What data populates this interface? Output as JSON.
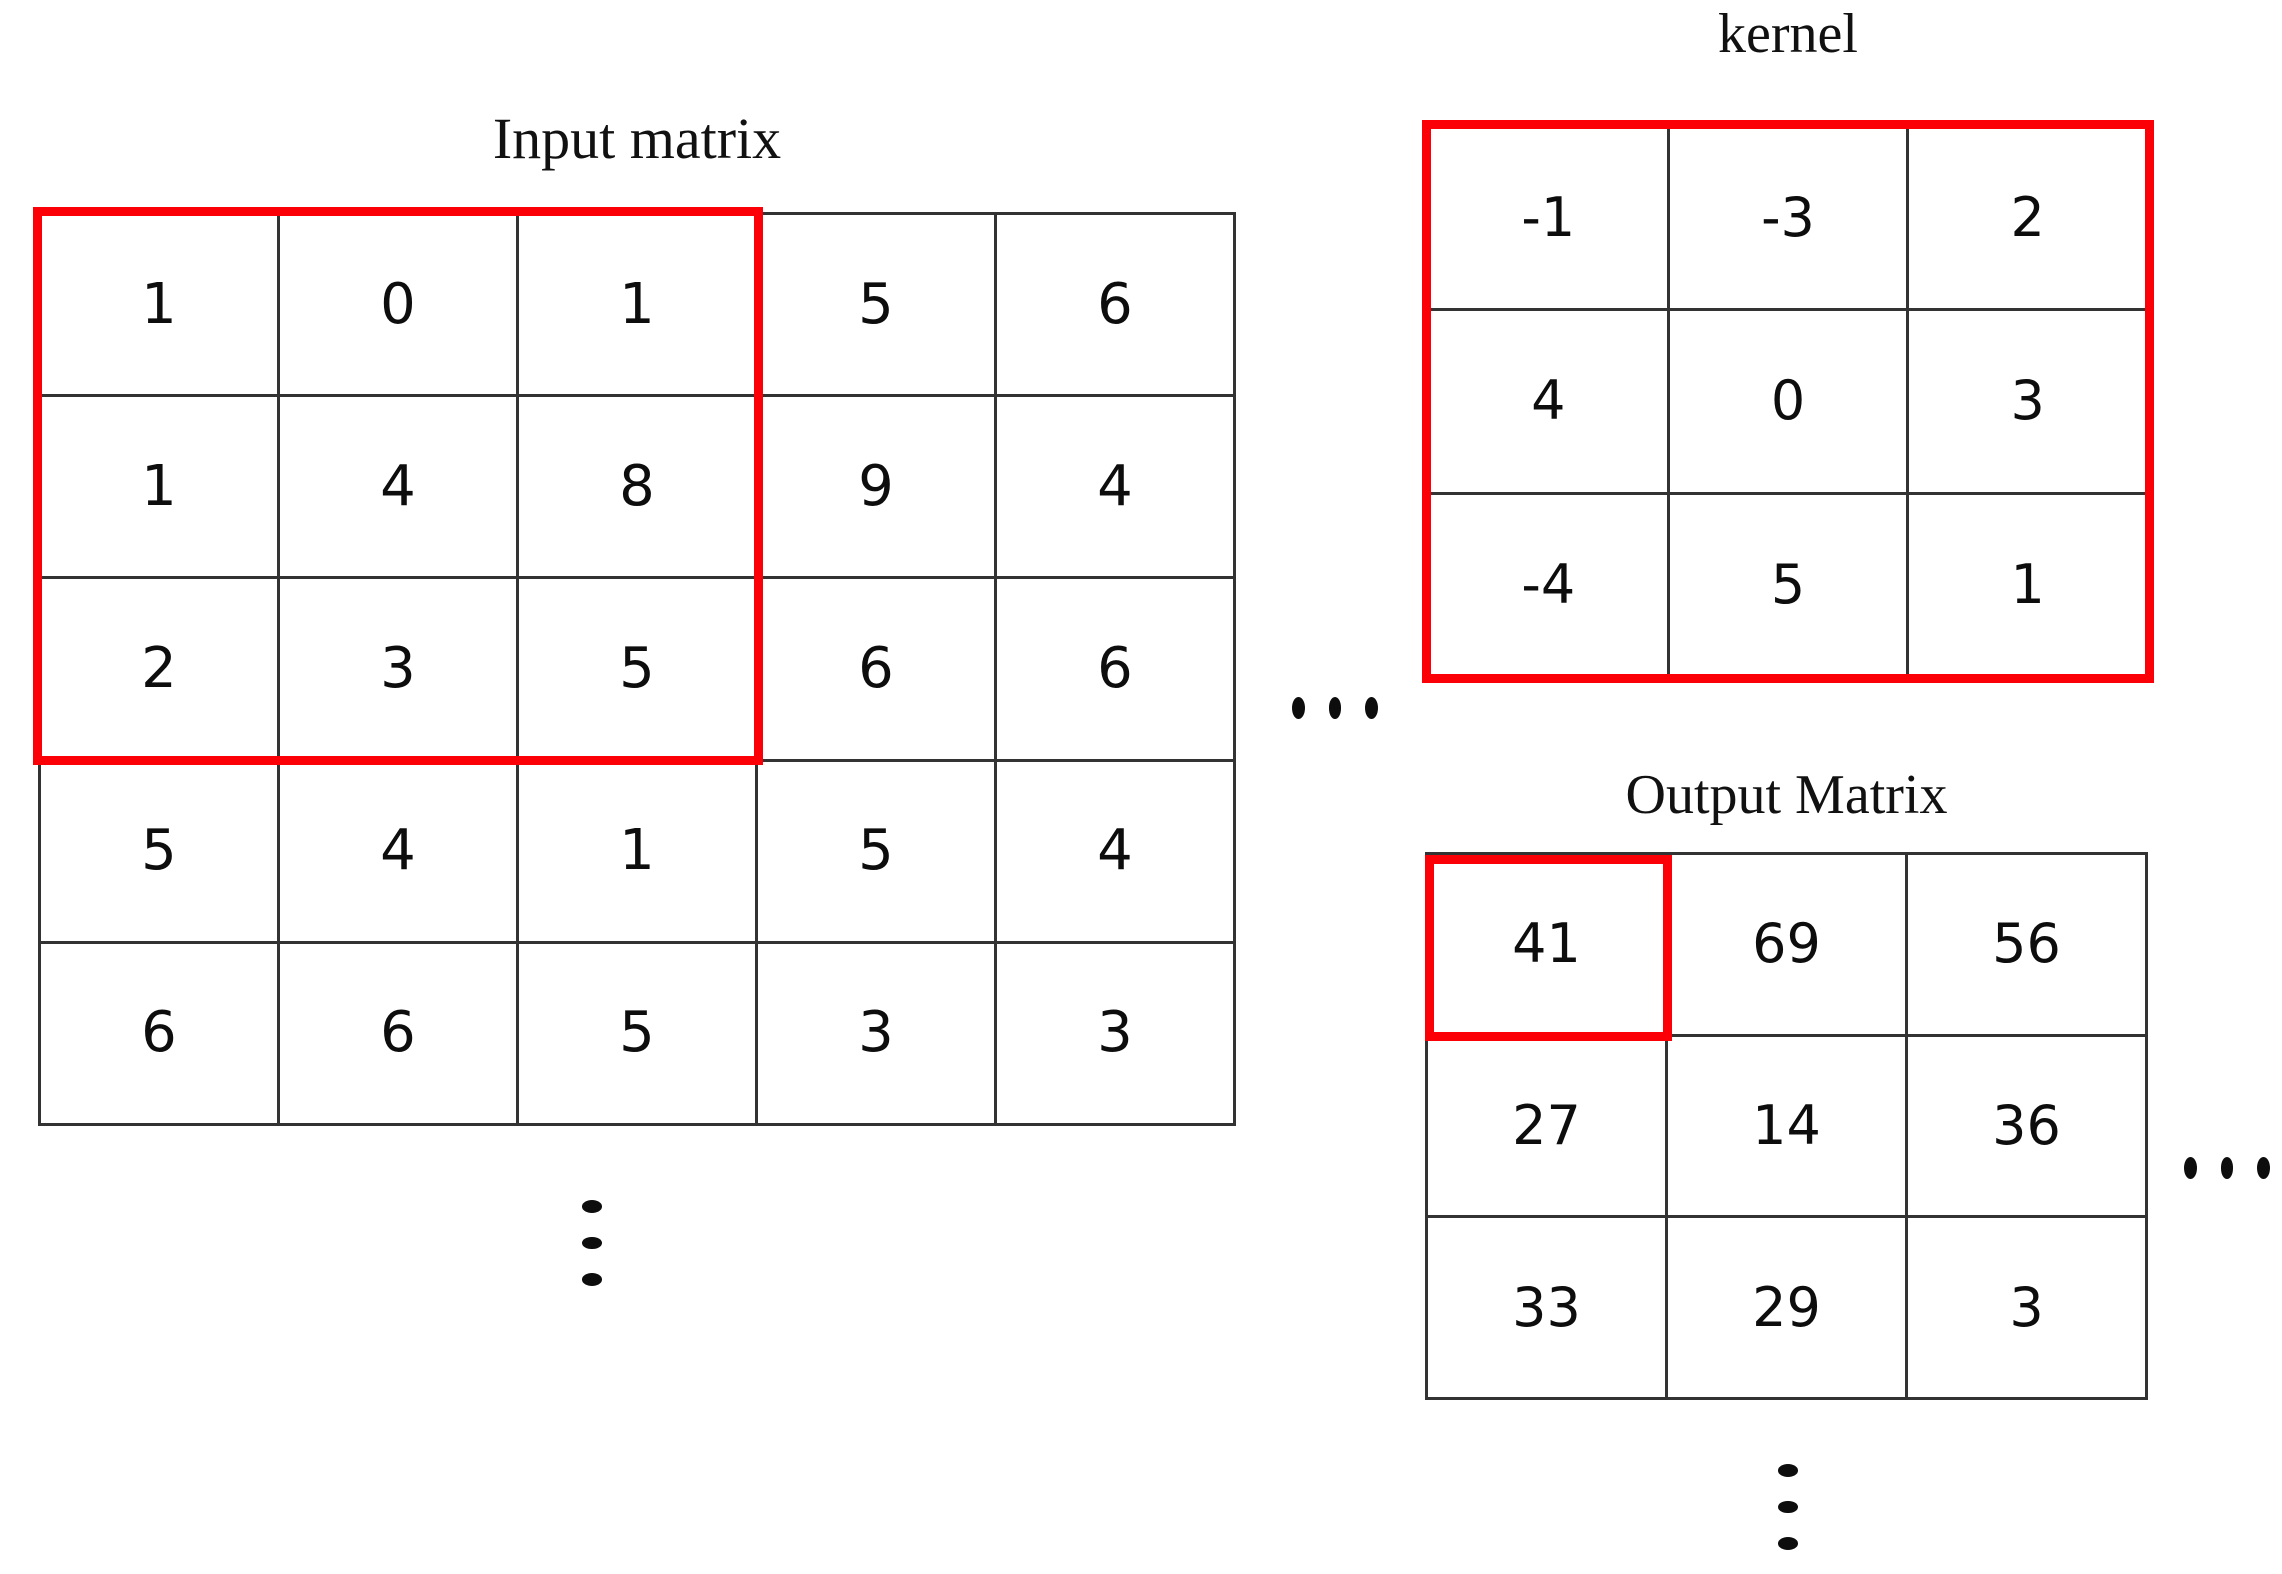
{
  "colors": {
    "highlight_red": "#fb0007",
    "grid_line": "#333333",
    "text": "#0d0d0d",
    "background": "#ffffff"
  },
  "input": {
    "caption": "Input matrix",
    "rows": 5,
    "cols": 5,
    "values": [
      [
        "1",
        "0",
        "1",
        "5",
        "6"
      ],
      [
        "1",
        "4",
        "8",
        "9",
        "4"
      ],
      [
        "2",
        "3",
        "5",
        "6",
        "6"
      ],
      [
        "5",
        "4",
        "1",
        "5",
        "4"
      ],
      [
        "6",
        "6",
        "5",
        "3",
        "3"
      ]
    ],
    "highlight_note": "top-left 3x3 receptive field"
  },
  "kernel": {
    "caption": "kernel",
    "rows": 3,
    "cols": 3,
    "values": [
      [
        "-1",
        "-3",
        "2"
      ],
      [
        "4",
        "0",
        "3"
      ],
      [
        "-4",
        "5",
        "1"
      ]
    ],
    "highlight_note": "entire kernel outlined in red"
  },
  "output": {
    "caption": "Output Matrix",
    "rows": 3,
    "cols": 3,
    "values": [
      [
        "41",
        "69",
        "56"
      ],
      [
        "27",
        "14",
        "36"
      ],
      [
        "33",
        "29",
        "3"
      ]
    ],
    "highlight_note": "first output cell outlined in red"
  },
  "ellipses": {
    "between_input_and_kernel": "...",
    "below_input": "⋮",
    "right_of_output": "...",
    "below_output": "⋮"
  },
  "chart_data": {
    "type": "table",
    "title": "2D convolution illustration",
    "tables": [
      {
        "name": "Input matrix",
        "shape": [
          5,
          5
        ],
        "data": [
          [
            1,
            0,
            1,
            5,
            6
          ],
          [
            1,
            4,
            8,
            9,
            4
          ],
          [
            2,
            3,
            5,
            6,
            6
          ],
          [
            5,
            4,
            1,
            5,
            4
          ],
          [
            6,
            6,
            5,
            3,
            3
          ]
        ],
        "highlight": {
          "rows": [
            0,
            2
          ],
          "cols": [
            0,
            2
          ],
          "color": "#fb0007"
        }
      },
      {
        "name": "kernel",
        "shape": [
          3,
          3
        ],
        "data": [
          [
            -1,
            -3,
            2
          ],
          [
            4,
            0,
            3
          ],
          [
            -4,
            5,
            1
          ]
        ],
        "highlight": {
          "rows": [
            0,
            2
          ],
          "cols": [
            0,
            2
          ],
          "color": "#fb0007"
        }
      },
      {
        "name": "Output Matrix",
        "shape": [
          3,
          3
        ],
        "data": [
          [
            41,
            69,
            56
          ],
          [
            27,
            14,
            36
          ],
          [
            33,
            29,
            3
          ]
        ],
        "highlight": {
          "rows": [
            0,
            0
          ],
          "cols": [
            0,
            0
          ],
          "color": "#fb0007"
        }
      }
    ],
    "annotations": [
      "...",
      "⋮"
    ]
  }
}
